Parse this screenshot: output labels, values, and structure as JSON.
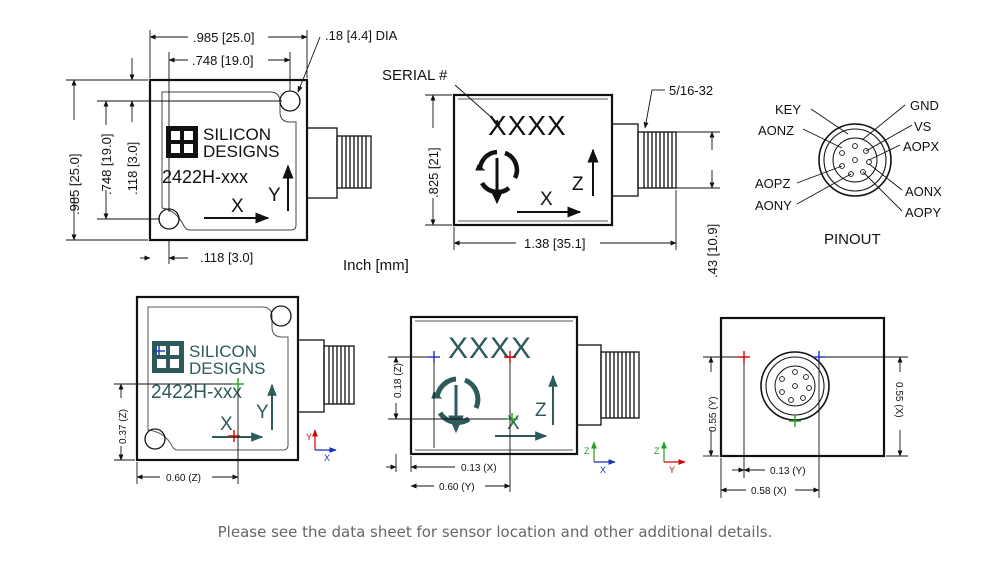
{
  "top_view": {
    "dim_width": ".985 [25.0]",
    "dim_hole_x": ".748 [19.0]",
    "dim_hole_dia": ".18 [4.4] DIA",
    "dim_height": ".985 [25.0]",
    "dim_hole_y": ".748 [19.0]",
    "dim_edge_y": ".118 [3.0]",
    "dim_edge_x": ".118 [3.0]",
    "brand_line1": "SILICON",
    "brand_line2": "DESIGNS",
    "model": "2422H-xxx",
    "x_axis": "X",
    "y_axis": "Y",
    "units_note": "Inch [mm]"
  },
  "side_view": {
    "serial_label": "SERIAL #",
    "serial_value": "XXXX",
    "thread": "5/16-32",
    "dim_height": ".825 [21]",
    "dim_length": "1.38 [35.1]",
    "dim_connector": ".43 [10.9]",
    "x_axis": "X",
    "z_axis": "Z"
  },
  "pinout": {
    "title": "PINOUT",
    "pins_left": [
      "KEY",
      "AONZ",
      "AOPZ",
      "AONY"
    ],
    "pins_right": [
      "GND",
      "VS",
      "AOPX",
      "AONX",
      "AOPY"
    ]
  },
  "sensor_top": {
    "brand_line1": "SILICON",
    "brand_line2": "DESIGNS",
    "model": "2422H-xxx",
    "x_axis": "X",
    "y_axis": "Y",
    "dim_z_vert": "0.37 (Z)",
    "dim_z_horiz": "0.60 (Z)",
    "triad_y": "Y",
    "triad_x": "X"
  },
  "sensor_side": {
    "serial_value": "XXXX",
    "x_axis": "X",
    "z_axis": "Z",
    "dim_z_vert": "0.18 (Z)",
    "dim_x": "0.13 (X)",
    "dim_y": "0.60 (Y)",
    "triad_z": "Z",
    "triad_x": "X"
  },
  "sensor_end": {
    "dim_y_left": "0.55 (Y)",
    "dim_x_right": "0.55 (X)",
    "dim_y_bottom": "0.13 (Y)",
    "dim_x_bottom": "0.58 (X)",
    "triad_z": "Z",
    "triad_y": "Y"
  },
  "caption": "Please see the data sheet for sensor location and other additional details.",
  "colors": {
    "line": "#111111",
    "teal": "#2e5a5a",
    "marker_red": "#d40000",
    "marker_blue": "#1a2fb8",
    "marker_green": "#1fa01f",
    "caption": "#666666"
  }
}
